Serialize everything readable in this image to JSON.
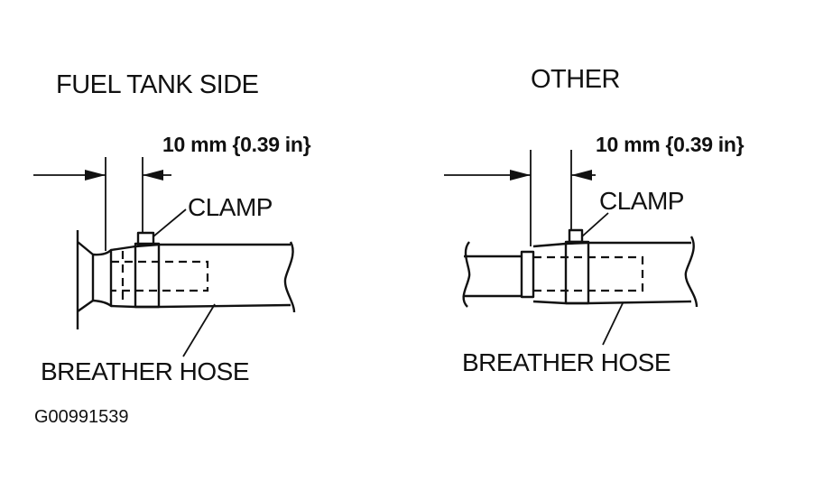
{
  "panels": [
    {
      "title": "FUEL TANK SIDE",
      "dimension": "10 mm {0.39 in}",
      "clamp_label": "CLAMP",
      "hose_label": "BREATHER HOSE"
    },
    {
      "title": "OTHER",
      "dimension": "10 mm {0.39 in}",
      "clamp_label": "CLAMP",
      "hose_label": "BREATHER HOSE"
    }
  ],
  "figure_code": "G00991539"
}
